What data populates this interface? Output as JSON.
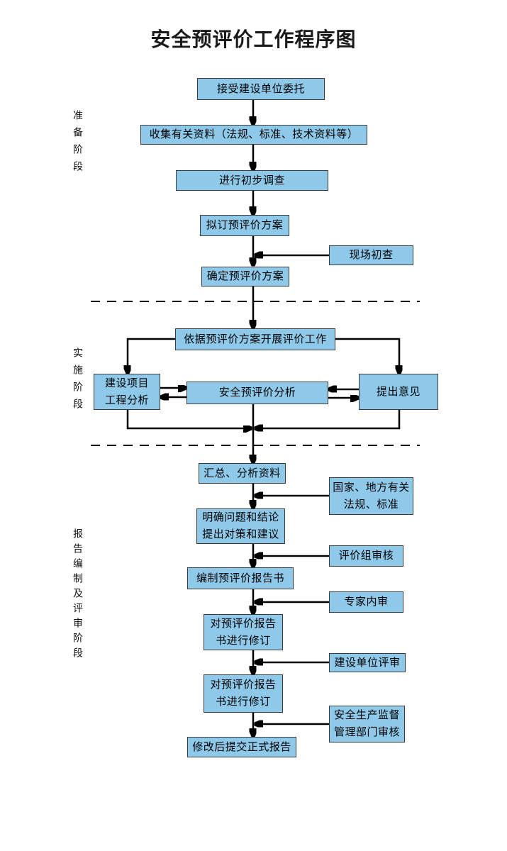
{
  "title": "安全预评价工作程序图",
  "phases": {
    "preparation": "准备阶段",
    "implementation": "实施阶段",
    "reporting": "报告编制及评审阶段"
  },
  "nodes": {
    "accept": "接受建设单位委托",
    "collect": "收集有关资料（法规、标准、技术资料等）",
    "survey": "进行初步调查",
    "draft_plan": "拟订预评价方案",
    "site_check": "现场初查",
    "confirm_plan": "确定预评价方案",
    "carry_out": "依据预评价方案开展评价工作",
    "project_analysis": "建设项目\n工程分析",
    "safety_analysis": "安全预评价分析",
    "opinions": "提出意见",
    "summarize": "汇总、分析资料",
    "laws": "国家、地方有关\n法规、标准",
    "clarify": "明确问题和结论\n提出对策和建议",
    "group_review": "评价组审核",
    "compile_report": "编制预评价报告书",
    "expert_review": "专家内审",
    "revise1": "对预评价报告\n书进行修订",
    "unit_review": "建设单位评审",
    "revise2": "对预评价报告\n书进行修订",
    "supervision_review": "安全生产监督\n管理部门审核",
    "submit_final": "修改后提交正式报告"
  },
  "colors": {
    "node_fill": "#8FC9EA",
    "node_border": "#3b3b3b",
    "line": "#000000",
    "background": "#ffffff"
  }
}
